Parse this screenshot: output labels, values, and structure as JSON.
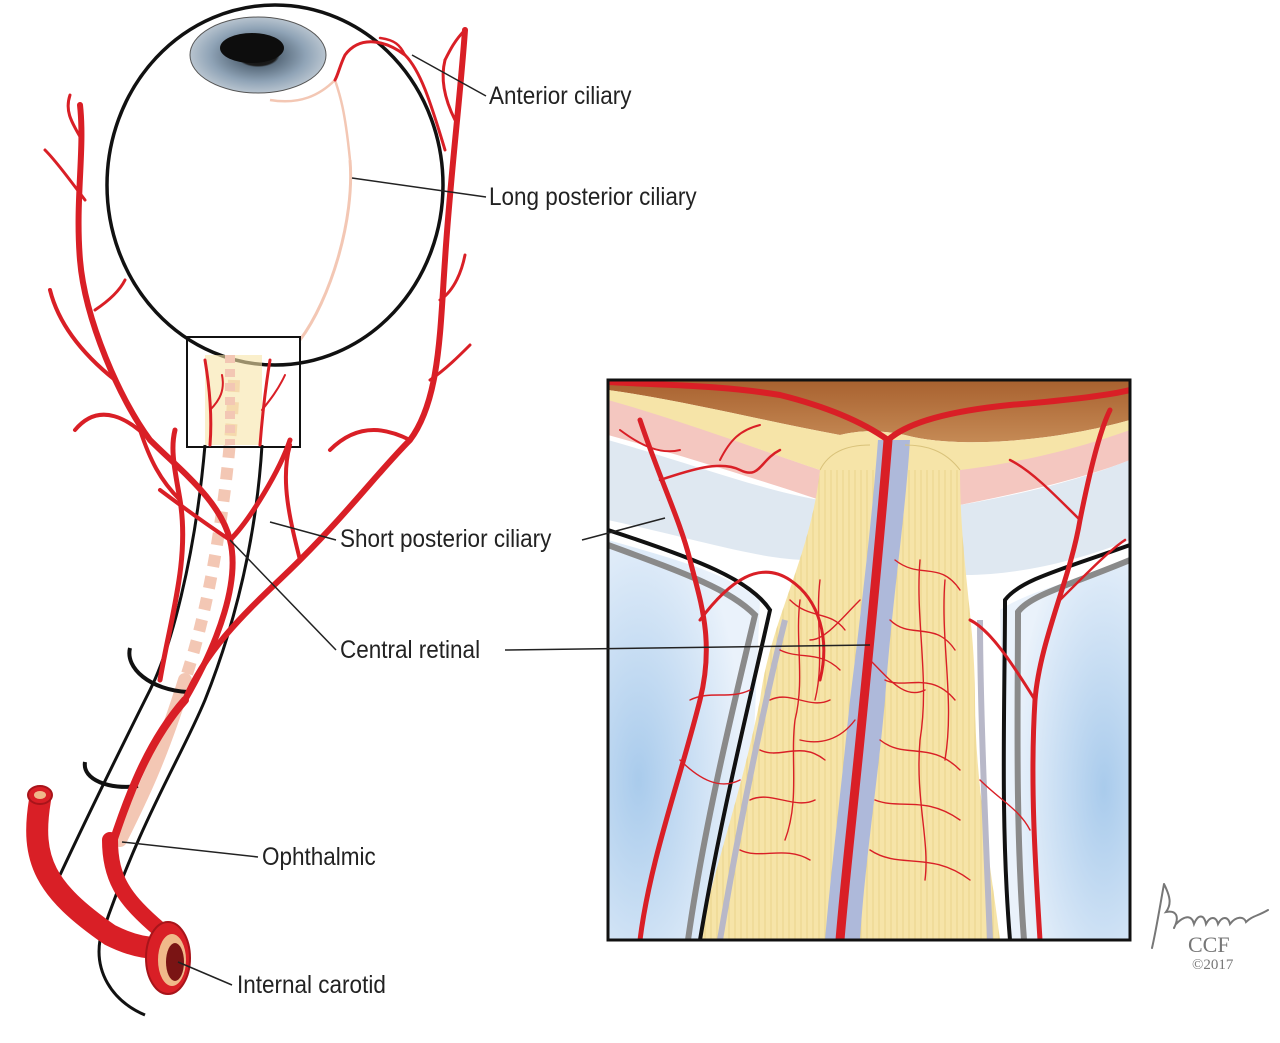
{
  "labels": {
    "anterior_ciliary": "Anterior ciliary",
    "long_posterior_ciliary": "Long posterior ciliary",
    "short_posterior_ciliary": "Short posterior ciliary",
    "central_retinal": "Central retinal",
    "ophthalmic": "Ophthalmic",
    "internal_carotid": "Internal carotid"
  },
  "credit": {
    "signature": "Kanasz",
    "organization": "CCF",
    "year": "©2017"
  },
  "colors": {
    "artery": "#d91f26",
    "artery_dark": "#a8141a",
    "pale_vessel": "#f3c7b4",
    "nerve_fiber": "#f5e3a6",
    "sclera_pink": "#f4c7c0",
    "choroid_brown": "#b36a3a",
    "sheath_blue": "#cfe0f3",
    "outline": "#111111"
  },
  "icons": {
    "eyeball": "eyeball-icon",
    "iris": "iris-icon"
  }
}
